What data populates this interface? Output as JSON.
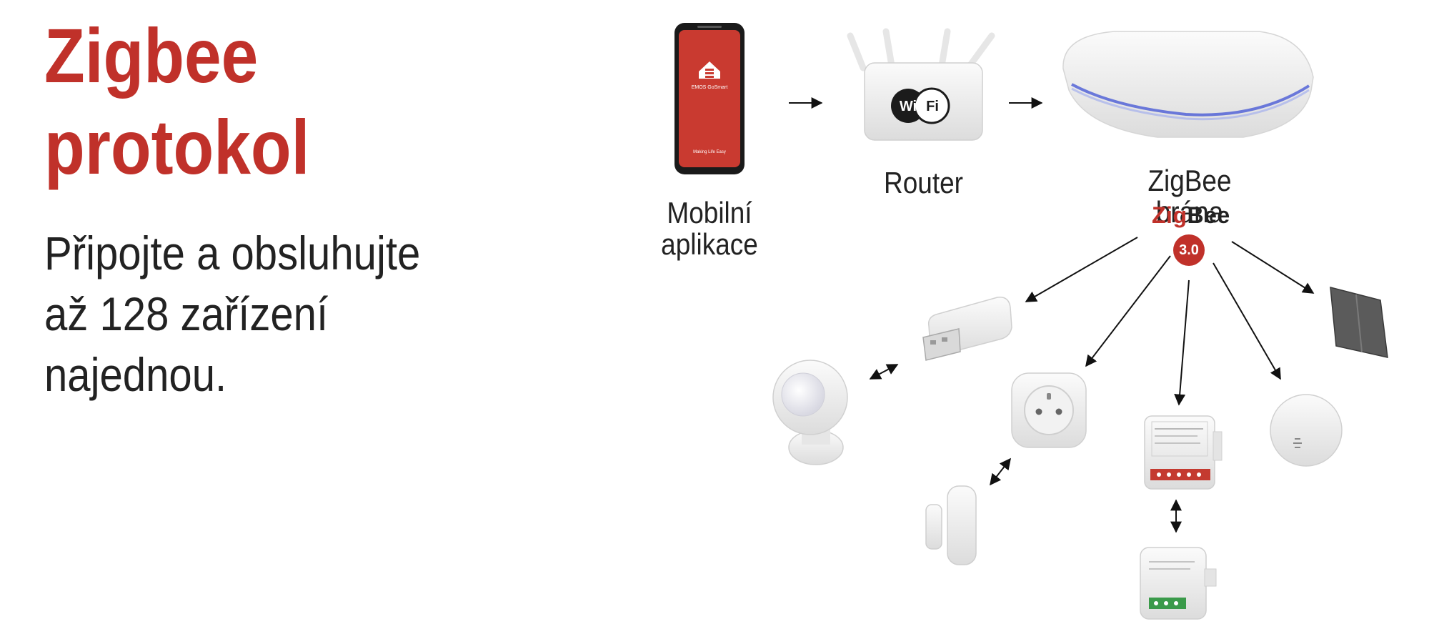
{
  "heading": {
    "line1": "Zigbee",
    "line2": "protokol"
  },
  "description": {
    "line1": "Připojte a obsluhujte",
    "line2": "až 128 zařízení",
    "line3": "najednou."
  },
  "nodes": {
    "mobile_app": {
      "line1": "Mobilní",
      "line2": "aplikace",
      "screen_brand": "EMOS GoSmart",
      "screen_tagline": "Making Life Easy"
    },
    "router": {
      "label": "Router",
      "badge_wi": "Wi",
      "badge_fi": "Fi"
    },
    "gateway": {
      "label": "ZigBee brána"
    }
  },
  "zigbee_logo": {
    "zig": "Zig",
    "bee": "Bee",
    "version": "3.0"
  },
  "colors": {
    "brand_red": "#c0312a",
    "text_dark": "#222222",
    "device_white": "#f2f2f2",
    "gateway_glow": "#4a5bd6"
  },
  "devices": [
    "usb-dongle",
    "motion-sensor",
    "smart-socket",
    "door-sensor",
    "relay-module",
    "dimmer-module",
    "wall-switch",
    "water-leak-sensor"
  ]
}
